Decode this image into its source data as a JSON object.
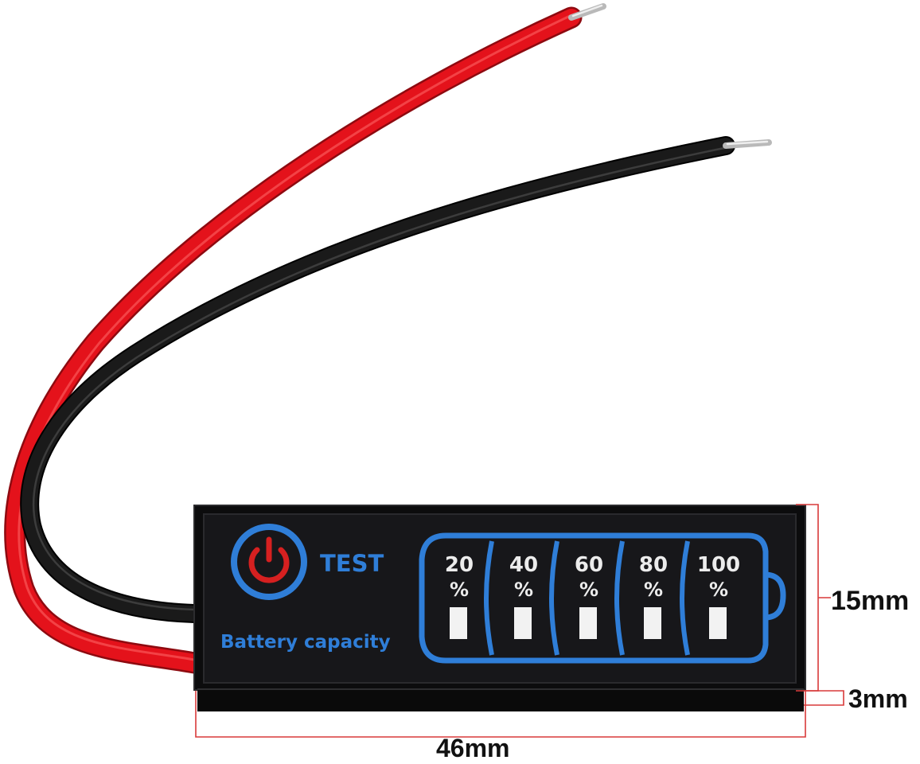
{
  "product": {
    "test_label": "TEST",
    "caption": "Battery capacity",
    "levels": [
      {
        "top": "20",
        "bottom": "%"
      },
      {
        "top": "40",
        "bottom": "%"
      },
      {
        "top": "60",
        "bottom": "%"
      },
      {
        "top": "80",
        "bottom": "%"
      },
      {
        "top": "100",
        "bottom": "%"
      }
    ],
    "icon": "power-button-icon"
  },
  "dimensions": {
    "height": "15mm",
    "depth": "3mm",
    "width": "46mm"
  },
  "colors": {
    "accent_blue": "#2f7ed8",
    "power_red": "#d62020",
    "wire_red": "#e4121b",
    "wire_black": "#121212",
    "dimension_line": "#d83a3a",
    "panel": "#151517",
    "led": "#f2f2f2"
  }
}
